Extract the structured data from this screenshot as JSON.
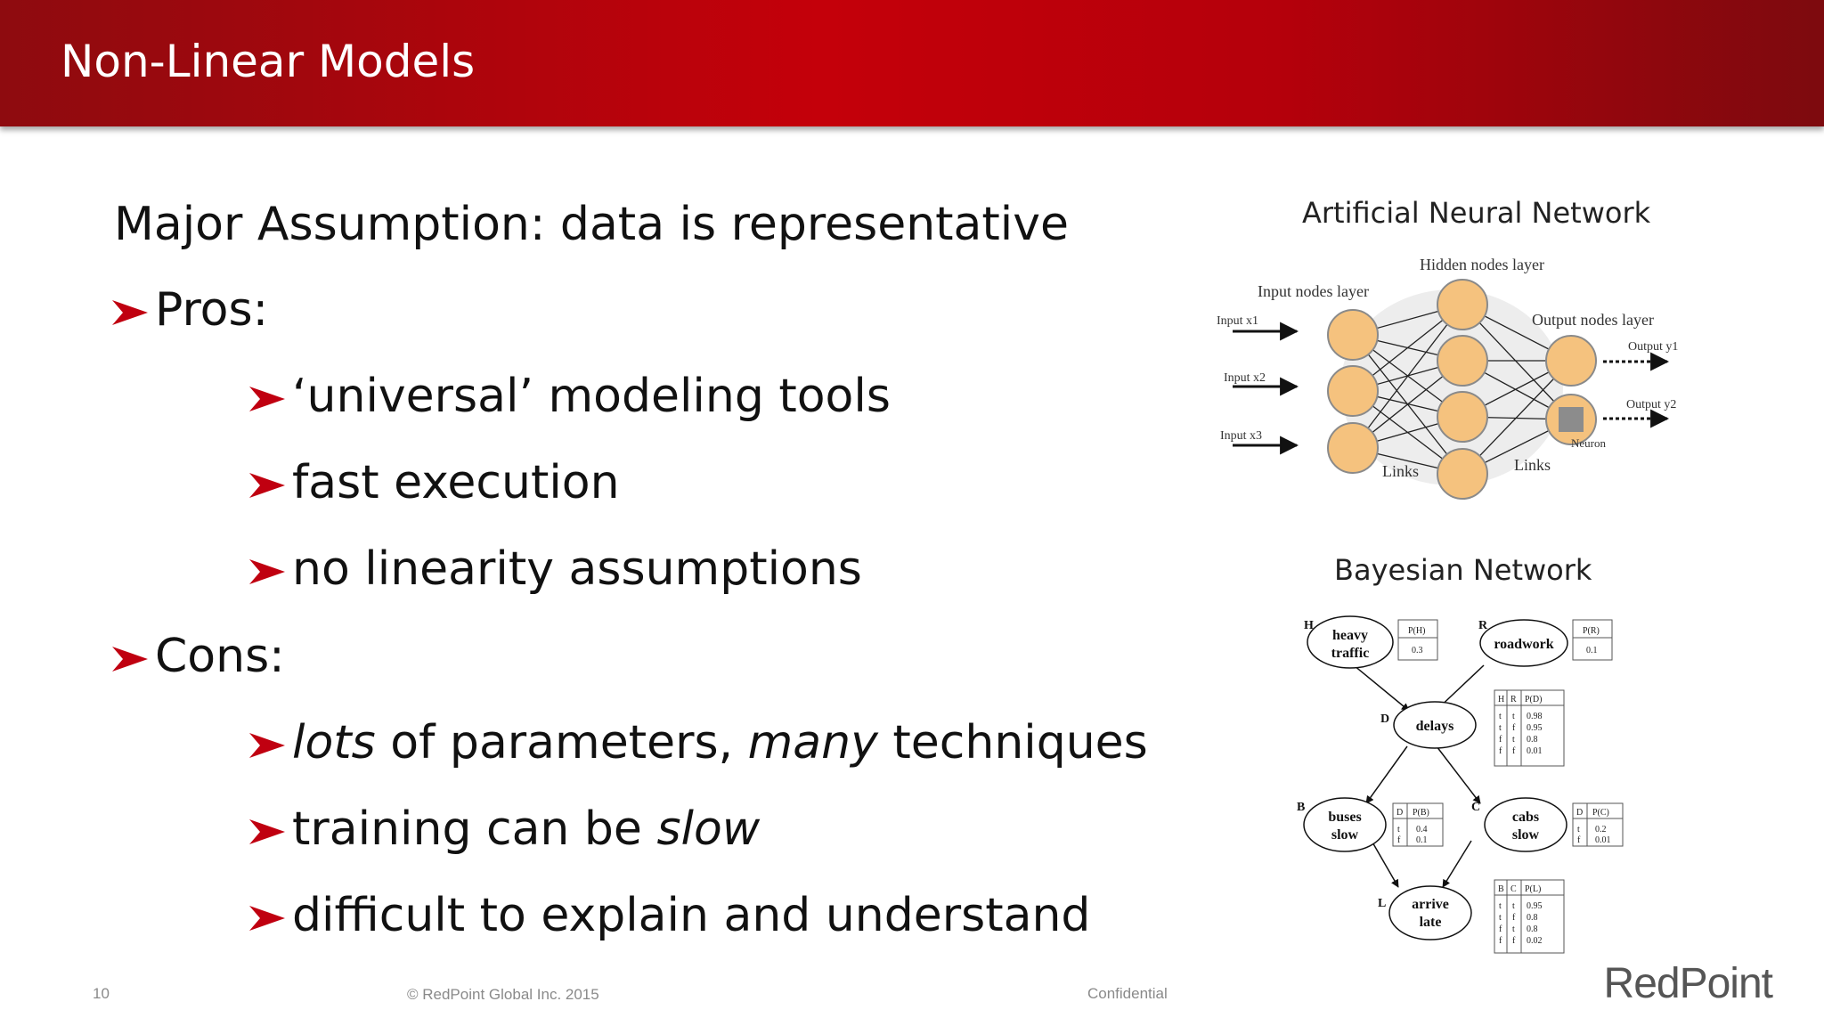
{
  "slide": {
    "title": "Non-Linear Models",
    "heading": "Major Assumption: data is representative",
    "pros_label": "Pros:",
    "pros": [
      "‘universal’ modeling tools",
      "fast execution",
      "no linearity assumptions"
    ],
    "cons_label": "Cons:",
    "cons": {
      "c1_a": "lots",
      "c1_b": " of parameters, ",
      "c1_c": "many",
      "c1_d": " techniques",
      "c2_a": "training can be ",
      "c2_b": "slow",
      "c3": "difficult to explain and understand"
    }
  },
  "ann": {
    "caption": "Artificial Neural Network",
    "input_layer": "Input nodes layer",
    "hidden_layer": "Hidden nodes layer",
    "output_layer": "Output nodes layer",
    "inputs": [
      "Input x1",
      "Input x2",
      "Input x3"
    ],
    "outputs": [
      "Output y1",
      "Output y2"
    ],
    "links": "Links",
    "neuron": "Neuron"
  },
  "bn": {
    "caption": "Bayesian Network",
    "H": "H",
    "R": "R",
    "D": "D",
    "B": "B",
    "C": "C",
    "L": "L",
    "heavy": "heavy",
    "traffic": "traffic",
    "roadwork": "roadwork",
    "delays": "delays",
    "buses": "buses",
    "bslow": "slow",
    "cabs": "cabs",
    "cslow": "slow",
    "arrive": "arrive",
    "late": "late",
    "ph_head": "P(H)",
    "ph_val": "0.3",
    "pr_head": "P(R)",
    "pr_val": "0.1",
    "pd_h": "H",
    "pd_r": "R",
    "pd_head": "P(D)",
    "pd_rows": [
      [
        "t",
        "t",
        "0.98"
      ],
      [
        "t",
        "f",
        "0.95"
      ],
      [
        "f",
        "t",
        "0.8"
      ],
      [
        "f",
        "f",
        "0.01"
      ]
    ],
    "pb_d": "D",
    "pb_head": "P(B)",
    "pb_rows": [
      [
        "t",
        "0.4"
      ],
      [
        "f",
        "0.1"
      ]
    ],
    "pc_d": "D",
    "pc_head": "P(C)",
    "pc_rows": [
      [
        "t",
        "0.2"
      ],
      [
        "f",
        "0.01"
      ]
    ],
    "pl_b": "B",
    "pl_c": "C",
    "pl_head": "P(L)",
    "pl_rows": [
      [
        "t",
        "t",
        "0.95"
      ],
      [
        "t",
        "f",
        "0.8"
      ],
      [
        "f",
        "t",
        "0.8"
      ],
      [
        "f",
        "f",
        "0.02"
      ]
    ]
  },
  "footer": {
    "page": "10",
    "copyright": "© RedPoint Global Inc. 2015",
    "confidential": "Confidential",
    "logo": "RedPoint"
  },
  "colors": {
    "accent": "#c00010",
    "node": "#f5c27e"
  }
}
